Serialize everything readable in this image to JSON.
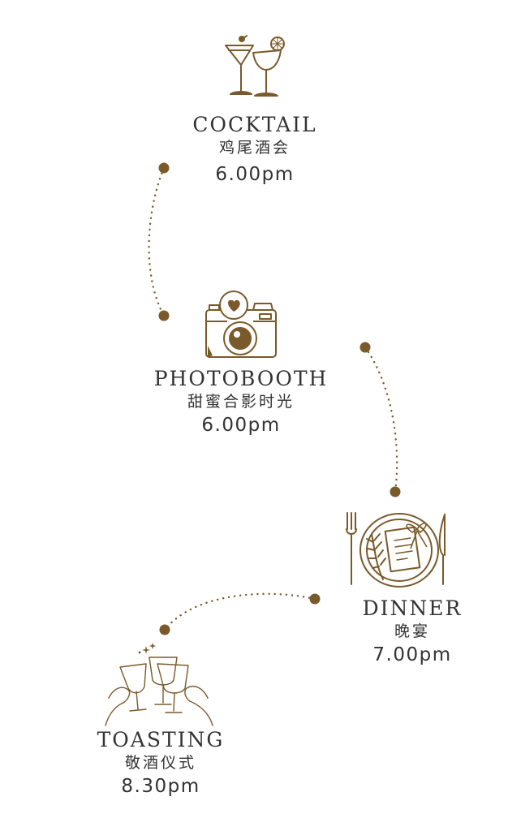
{
  "accent": "#7a5a2a",
  "events": [
    {
      "id": "cocktail",
      "title": "COCKTAIL",
      "cn": "鸡尾酒会",
      "time": "6.00pm",
      "icon": "cocktail-glasses-icon"
    },
    {
      "id": "photobooth",
      "title": "PHOTOBOOTH",
      "cn": "甜蜜合影时光",
      "time": "6.00pm",
      "icon": "camera-heart-icon"
    },
    {
      "id": "dinner",
      "title": "DINNER",
      "cn": "晚宴",
      "time": "7.00pm",
      "icon": "dinner-plate-icon"
    },
    {
      "id": "toasting",
      "title": "TOASTING",
      "cn": "敬酒仪式",
      "time": "8.30pm",
      "icon": "toasting-glasses-icon"
    }
  ]
}
